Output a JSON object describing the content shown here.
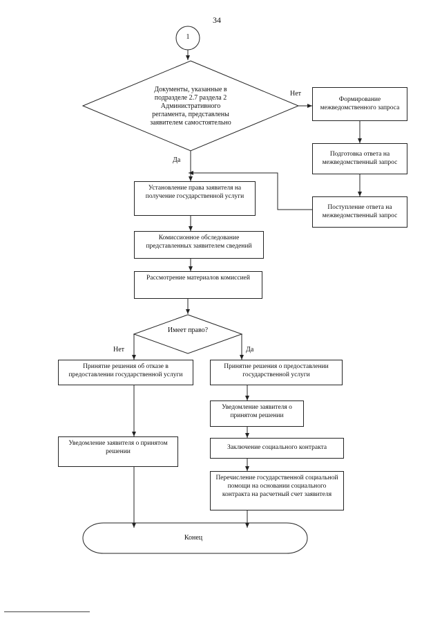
{
  "page_number": "34",
  "connector": "1",
  "decision_documents": {
    "text": "Документы, указанные в подразделе 2.7 раздела 2 Административного регламента, представлены заявителем самостоятельно",
    "no_label": "Нет",
    "yes_label": "Да"
  },
  "interagency": {
    "form_request": "Формирование межведомственного запроса",
    "prepare_answer": "Подготовка ответа на межведомственный запрос",
    "receive_answer": "Поступление ответа на межведомственный запрос"
  },
  "steps": {
    "establish_right": "Установление права заявителя на получение государственной услуги",
    "commission_survey": "Комиссионное обследование представленных заявителем сведений",
    "review_materials": "Рассмотрение материалов комиссией"
  },
  "decision_right": {
    "text": "Имеет право?",
    "no_label": "Нет",
    "yes_label": "Да"
  },
  "left_branch": {
    "refusal": "Принятие решения об отказе в предоставлении государственной услуги",
    "notify": "Уведомление заявителя о принятом решении"
  },
  "right_branch": {
    "grant": "Принятие решения о предоставлении государственной услуги",
    "notify": "Уведомление заявителя о принятом решении",
    "contract": "Заключение социального контракта",
    "transfer": "Перечисление государственной социальной помощи на основании социального контракта на расчетный счет заявителя"
  },
  "end": "Конец"
}
